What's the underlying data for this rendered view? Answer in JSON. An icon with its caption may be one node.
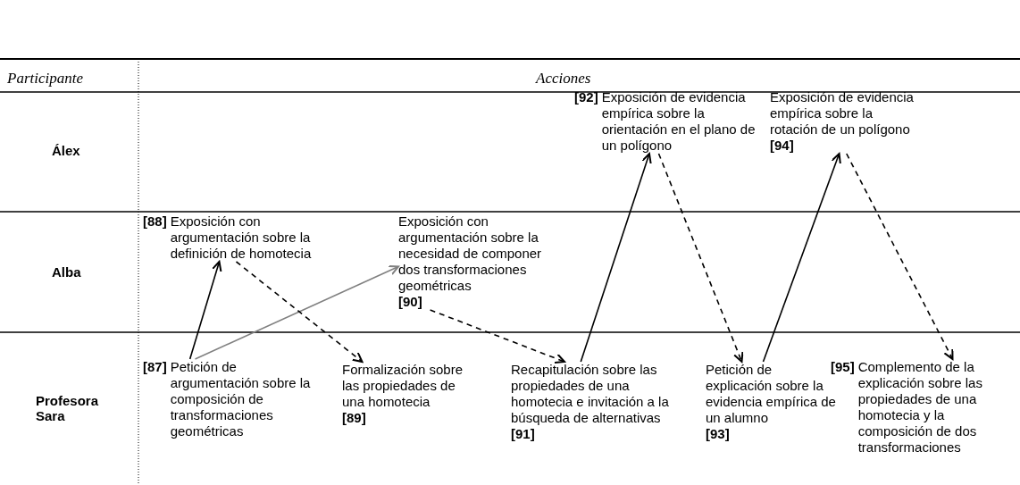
{
  "diagram": {
    "nodes": [
      {
        "text": [
          "[87]",
          "Petición de argumentación sobre la composición de transformaciones geométricas"
        ]
      },
      {
        "text": [
          "[88]",
          "Exposición con argumentación sobre la definición de homotecia"
        ]
      },
      {
        "text": [
          "Formalización sobre las propiedades de una homotecia",
          "[89]"
        ]
      },
      {
        "text": [
          "Exposición con argumentación sobre la necesidad de componer dos transformaciones geométricas",
          "[90]"
        ]
      },
      {
        "text": [
          "Recapitulación sobre las propiedades de una homotecia e invitación a la búsqueda de alternativas",
          "[91]"
        ]
      },
      {
        "text": [
          "[92]",
          "Exposición de evidencia empírica sobre la orientación en el plano de un polígono"
        ]
      },
      {
        "text": [
          "Petición de explicación sobre la evidencia empírica de un alumno",
          "[93]"
        ]
      },
      {
        "text": [
          "Exposición de evidencia empírica sobre la rotación de un polígono",
          "[94]"
        ]
      },
      {
        "text": [
          "[95]",
          "Complemento de la explicación sobre las propiedades de una homotecia y la composición de dos transformaciones"
        ]
      }
    ],
    "edges": [
      {
        "from": 0,
        "to": 1,
        "arrow": "to"
      },
      {
        "from": 0,
        "to": 3,
        "arrow": "to",
        "color": "#808080"
      },
      {
        "from": 1,
        "to": 2,
        "arrow": "to",
        "style": "dashed"
      },
      {
        "from": 3,
        "to": 4,
        "arrow": "to",
        "style": "dashed"
      },
      {
        "from": 4,
        "to": 5,
        "arrow": "to"
      },
      {
        "from": 5,
        "to": 6,
        "arrow": "to",
        "style": "dashed"
      },
      {
        "from": 6,
        "to": 7,
        "arrow": "to"
      },
      {
        "from": 7,
        "to": 8,
        "arrow": "to",
        "style": "dashed"
      }
    ],
    "labels": [
      "Participante",
      "Acciones",
      "Álex",
      "Alba",
      "Profesora Sara"
    ]
  }
}
